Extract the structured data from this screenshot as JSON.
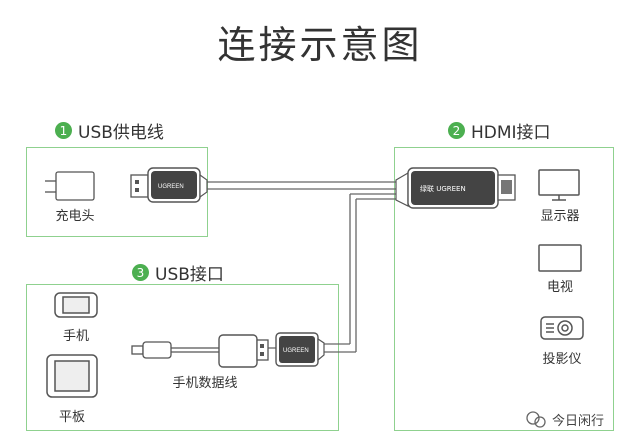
{
  "title": "连接示意图",
  "sections": {
    "usb_power": {
      "num": "1",
      "label": "USB供电线"
    },
    "hdmi": {
      "num": "2",
      "label": "HDMI接口"
    },
    "usb": {
      "num": "3",
      "label": "USB接口"
    }
  },
  "devices": {
    "charger": "充电头",
    "display": "显示器",
    "tv": "电视",
    "projector": "投影仪",
    "phone": "手机",
    "tablet": "平板",
    "phone_cable": "手机数据线"
  },
  "connectors": {
    "usb_brand": "UGREEN",
    "hdmi_brand": "绿联 UGREEN",
    "adapter_brand": "UGREEN"
  },
  "watermark": "今日闲行",
  "colors": {
    "accent": "#4caf50",
    "box_border": "#8fd18f",
    "cable": "#666666"
  }
}
